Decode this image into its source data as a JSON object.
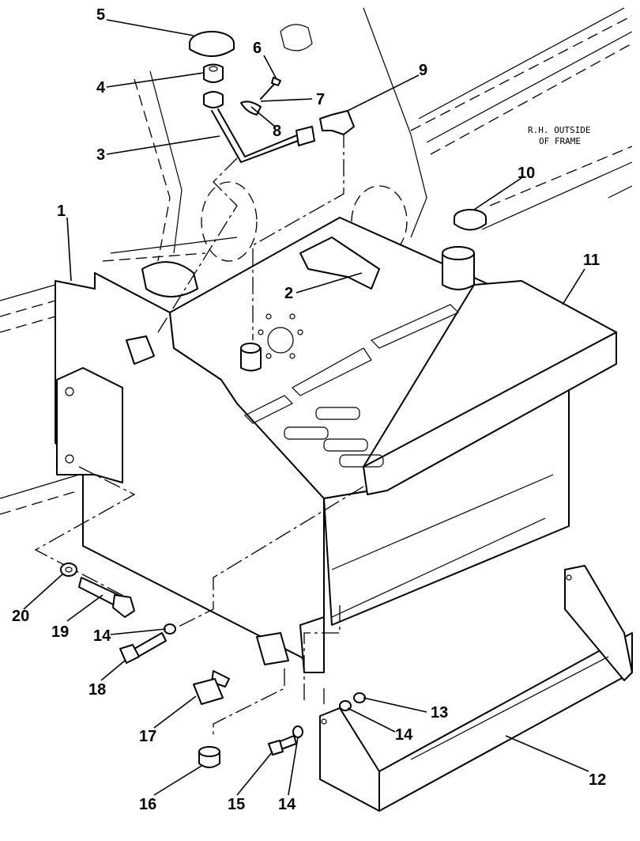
{
  "note": {
    "line1": "R.H. OUTSIDE",
    "line2": "OF FRAME"
  },
  "callouts": [
    "1",
    "2",
    "3",
    "4",
    "5",
    "6",
    "7",
    "8",
    "9",
    "10",
    "11",
    "12",
    "13",
    "14",
    "15",
    "16",
    "17",
    "18",
    "19",
    "20",
    "14",
    "14"
  ]
}
